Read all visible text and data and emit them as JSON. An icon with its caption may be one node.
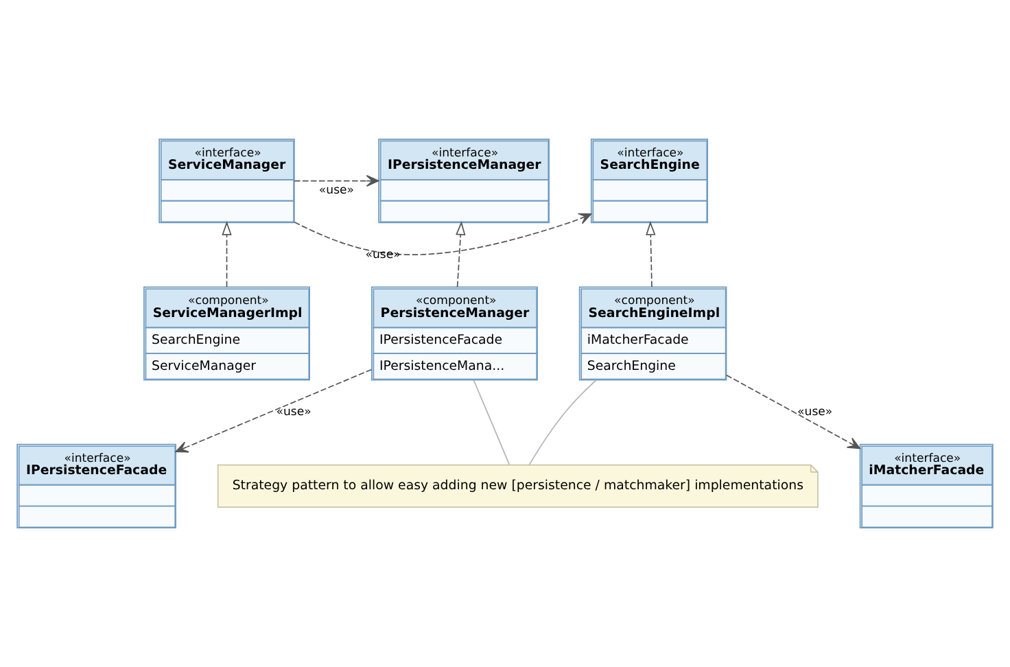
{
  "diagram": {
    "nodes": [
      {
        "text": [
          "«interface»",
          "ServiceManager"
        ]
      },
      {
        "text": [
          "«interface»",
          "IPersistenceManager"
        ]
      },
      {
        "text": [
          "«interface»",
          "SearchEngine"
        ]
      },
      {
        "text": [
          "«component»",
          "PersistenceManager",
          "IPersistenceFacade",
          "IPersistenceMana..."
        ]
      },
      {
        "text": [
          "«component»",
          "ServiceManagerImpl",
          "SearchEngine",
          "ServiceManager"
        ]
      },
      {
        "text": [
          "«component»",
          "SearchEngineImpl",
          "iMatcherFacade",
          "SearchEngine"
        ]
      },
      {
        "text": [
          "«interface»",
          "IPersistenceFacade"
        ]
      },
      {
        "text": [
          "Strategy pattern to allow easy adding new [persistence / matchmaker] implementations"
        ]
      },
      {
        "text": [
          "«interface»",
          "iMatcherFacade"
        ]
      }
    ],
    "edges": [
      {
        "from": 0,
        "to": 1,
        "arrow": "to",
        "label": "«use»",
        "style": "dashed"
      },
      {
        "from": 0,
        "to": 2,
        "arrow": "to",
        "label": "«use»",
        "style": "dashed"
      },
      {
        "from": 3,
        "to": 1,
        "arrow": "to",
        "style": "dashed"
      },
      {
        "from": 4,
        "to": 0,
        "arrow": "to",
        "style": "dashed"
      },
      {
        "from": 5,
        "to": 2,
        "arrow": "to",
        "style": "dashed"
      },
      {
        "from": 3,
        "to": 6,
        "arrow": "to",
        "label": "«use»",
        "style": "dashed"
      },
      {
        "from": 5,
        "to": 8,
        "arrow": "to",
        "label": "«use»",
        "style": "dashed"
      },
      {
        "from": 7,
        "to": 3,
        "arrow": "none",
        "color": "#b4b4b4"
      },
      {
        "from": 7,
        "to": 5,
        "arrow": "none",
        "color": "#b4b4b4"
      }
    ]
  }
}
